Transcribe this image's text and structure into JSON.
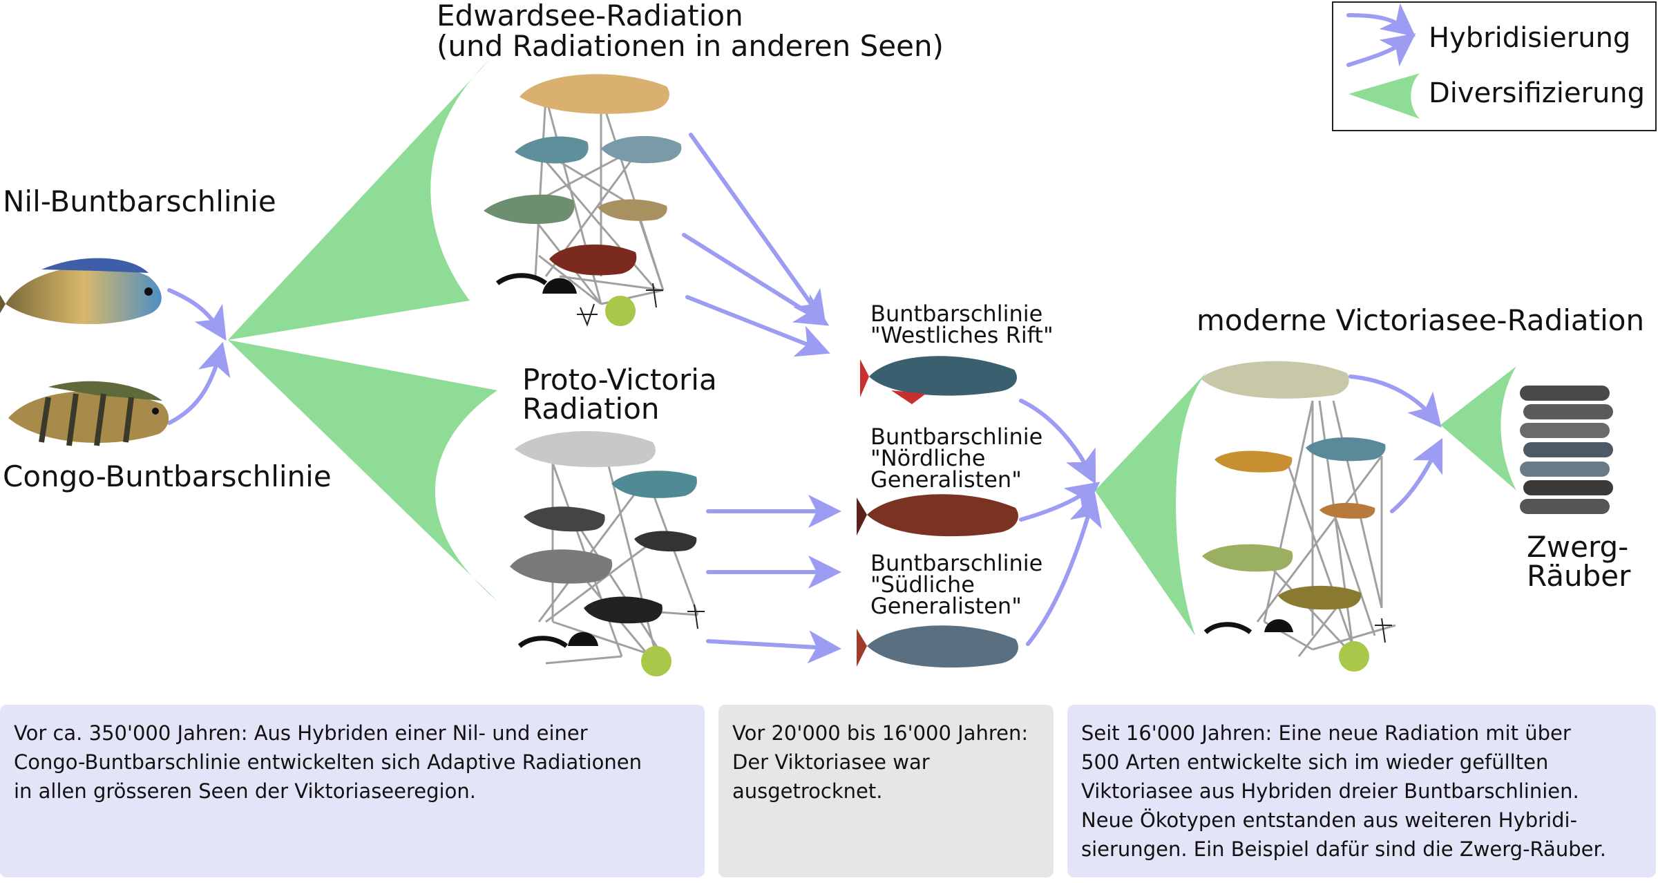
{
  "colors": {
    "hybrid_arrow": "#9c9cf2",
    "diversification": "#8edc96",
    "box_blue": "#e4e4f8",
    "box_gray": "#e6e6e6",
    "web_line": "#a0a0a0"
  },
  "legend": {
    "hybridization": "Hybridisierung",
    "diversification": "Diversifizierung"
  },
  "labels": {
    "nile_lineage": "Nil-Buntbarschlinie",
    "congo_lineage": "Congo-Buntbarschlinie",
    "edward_line1": "Edwardsee-Radiation",
    "edward_line2": "(und Radiationen in anderen Seen)",
    "proto_line1": "Proto-Victoria",
    "proto_line2": "Radiation",
    "west_line1": "Buntbarschlinie",
    "west_line2": "\"Westliches Rift\"",
    "north_line1": "Buntbarschlinie",
    "north_line2": "\"Nördliche",
    "north_line3": "Generalisten\"",
    "south_line1": "Buntbarschlinie",
    "south_line2": "\"Südliche",
    "south_line3": "Generalisten\"",
    "modern": "moderne Victoriasee-Radiation",
    "dwarf_line1": "Zwerg-",
    "dwarf_line2": "Räuber"
  },
  "boxes": [
    {
      "lines": [
        "Vor ca. 350'000 Jahren: Aus Hybriden einer Nil- und einer",
        "Congo-Buntbarschlinie entwickelten sich Adaptive Radiationen",
        "in allen grösseren Seen der Viktoriaseeregion."
      ]
    },
    {
      "lines": [
        "Vor 20'000 bis 16'000 Jahren:",
        "Der Viktoriasee war",
        "ausgetrocknet."
      ]
    },
    {
      "lines": [
        "Seit 16'000 Jahren: Eine neue Radiation mit über",
        "500 Arten entwickelte sich im wieder gefüllten",
        "Viktoriasee aus Hybriden dreier Buntbarschlinien.",
        "Neue Ökotypen entstanden aus weiteren Hybridi-",
        "sierungen. Ein Beispiel dafür sind die Zwerg-Räuber."
      ]
    }
  ]
}
